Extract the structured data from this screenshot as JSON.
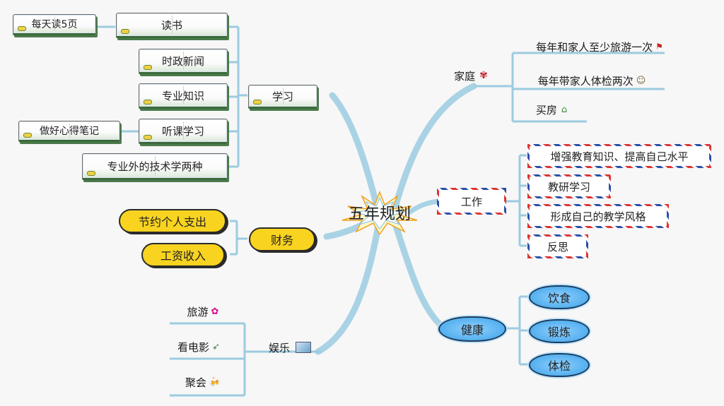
{
  "center": {
    "label": "五年规划"
  },
  "study": {
    "label": "学习",
    "items": [
      {
        "label": "读书",
        "note": "每天读5页"
      },
      {
        "label": "时政新闻"
      },
      {
        "label": "专业知识"
      },
      {
        "label": "听课学习",
        "note": "做好心得笔记"
      },
      {
        "label": "专业外的技术学两种"
      }
    ]
  },
  "finance": {
    "label": "财务",
    "items": [
      {
        "label": "节约个人支出"
      },
      {
        "label": "工资收入"
      }
    ]
  },
  "leisure": {
    "label": "娱乐",
    "icon": "picture-icon",
    "items": [
      {
        "label": "旅游",
        "icon": "travel-icon"
      },
      {
        "label": "看电影",
        "icon": "movie-icon"
      },
      {
        "label": "聚会",
        "icon": "party-icon"
      }
    ]
  },
  "family": {
    "label": "家庭",
    "icon": "flowerpot-icon",
    "items": [
      {
        "label": "每年和家人至少旅游一次",
        "icon": "flag-icon"
      },
      {
        "label": "每年带家人体检两次",
        "icon": "doctor-icon"
      },
      {
        "label": "买房",
        "icon": "house-icon"
      }
    ]
  },
  "work": {
    "label": "工作",
    "items": [
      {
        "label": "增强教育知识、提高自己水平"
      },
      {
        "label": "教研学习"
      },
      {
        "label": "形成自己的教学风格"
      },
      {
        "label": "反思"
      }
    ]
  },
  "health": {
    "label": "健康",
    "items": [
      {
        "label": "饮食"
      },
      {
        "label": "锻炼"
      },
      {
        "label": "体检"
      }
    ]
  },
  "colors": {
    "branch": "#a9d3e5",
    "branch_dark": "#7fb8d3",
    "cloud": "#f8d320",
    "splash": "#55b0ef"
  }
}
